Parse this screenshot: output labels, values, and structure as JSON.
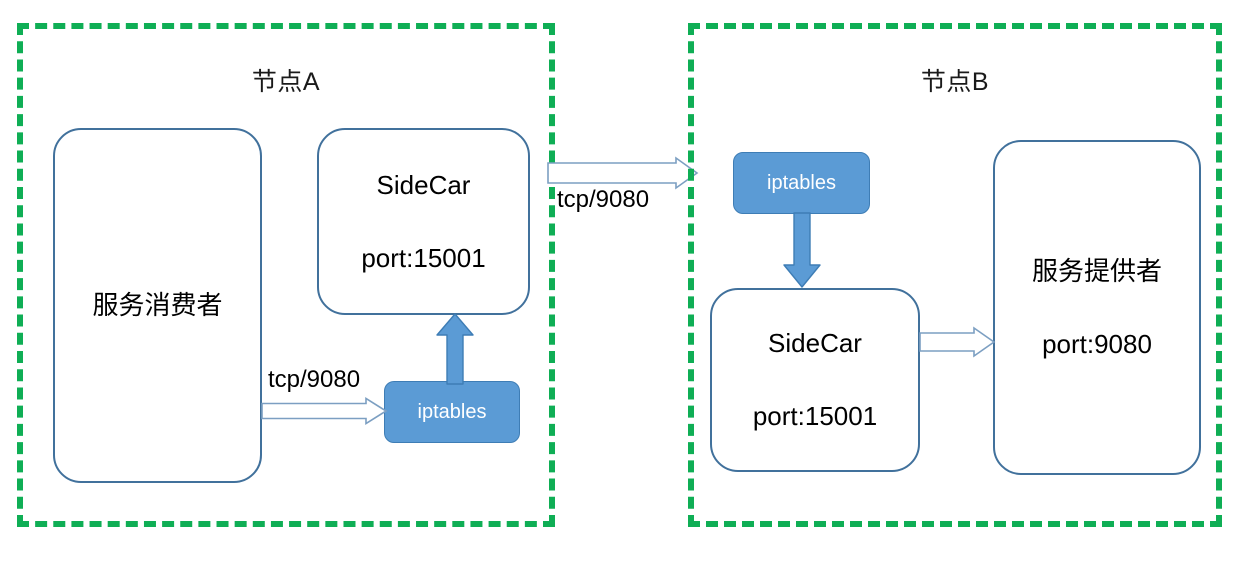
{
  "diagram": {
    "title": "Istio Sidecar traffic interception between two nodes",
    "colors": {
      "node_border": "#0FAE55",
      "service_border": "#41719C",
      "chip_fill": "#5B9BD5",
      "chip_text": "#FFFFFF",
      "arrow_outline": "#41719C",
      "arrow_solid": "#5B9BD5",
      "background": "#FFFFFF",
      "text": "#000000"
    },
    "nodes": [
      {
        "id": "node-a",
        "title": "节点A",
        "services": [
          {
            "id": "service-consumer",
            "lines": [
              "服务消费者"
            ]
          },
          {
            "id": "sidecar-a",
            "lines": [
              "SideCar",
              "port:15001"
            ]
          }
        ],
        "chips": [
          {
            "id": "iptables-a",
            "label": "iptables"
          }
        ]
      },
      {
        "id": "node-b",
        "title": "节点B",
        "services": [
          {
            "id": "sidecar-b",
            "lines": [
              "SideCar",
              "port:15001"
            ]
          },
          {
            "id": "service-provider",
            "lines": [
              "服务提供者",
              "port:9080"
            ]
          }
        ],
        "chips": [
          {
            "id": "iptables-b",
            "label": "iptables"
          }
        ]
      }
    ],
    "edges": [
      {
        "id": "consumer-to-iptables-a",
        "label": "tcp/9080",
        "from": "service-consumer",
        "to": "iptables-a",
        "style": "outline",
        "direction": "right"
      },
      {
        "id": "iptables-a-to-sidecar-a",
        "label": "",
        "from": "iptables-a",
        "to": "sidecar-a",
        "style": "solid",
        "direction": "up"
      },
      {
        "id": "sidecar-a-to-node-b",
        "label": "tcp/9080",
        "from": "sidecar-a",
        "to": "node-b",
        "style": "outline",
        "direction": "right"
      },
      {
        "id": "iptables-b-to-sidecar-b",
        "label": "",
        "from": "iptables-b",
        "to": "sidecar-b",
        "style": "solid",
        "direction": "down"
      },
      {
        "id": "sidecar-b-to-provider",
        "label": "",
        "from": "sidecar-b",
        "to": "service-provider",
        "style": "outline",
        "direction": "right"
      }
    ]
  }
}
